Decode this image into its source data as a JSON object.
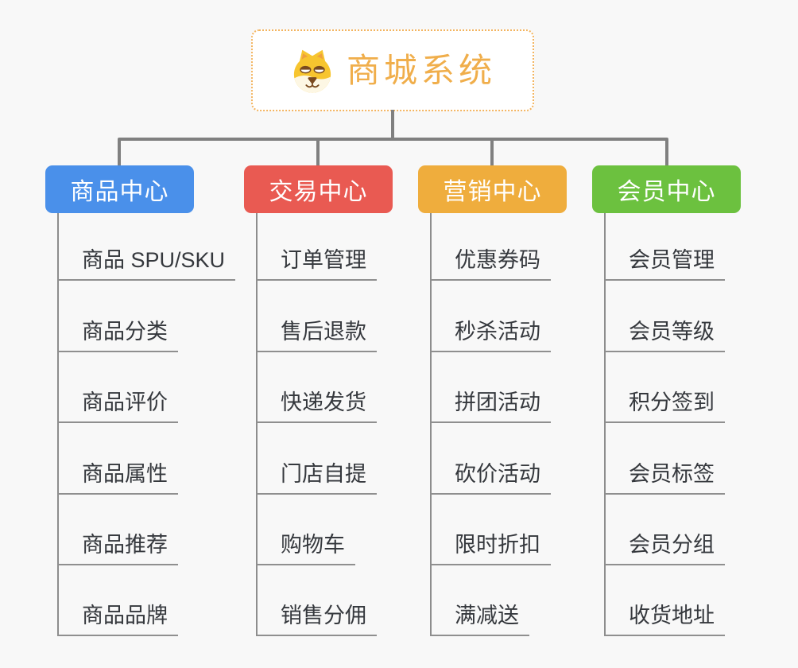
{
  "app": {
    "background_color": "#f8f8f8",
    "connector_color": "#808080",
    "leaf_line_color": "#8f8f8f",
    "leaf_text_color": "#35383d"
  },
  "root": {
    "title": "商城系统",
    "icon": "dog-face-icon",
    "title_color": "#f0ae4b",
    "border_color": "#f3b45f"
  },
  "branches": [
    {
      "label": "商品中心",
      "color": "#4a90ea",
      "children": [
        "商品 SPU/SKU",
        "商品分类",
        "商品评价",
        "商品属性",
        "商品推荐",
        "商品品牌"
      ]
    },
    {
      "label": "交易中心",
      "color": "#e95a52",
      "children": [
        "订单管理",
        "售后退款",
        "快递发货",
        "门店自提",
        "购物车",
        "销售分佣"
      ]
    },
    {
      "label": "营销中心",
      "color": "#efad3d",
      "children": [
        "优惠券码",
        "秒杀活动",
        "拼团活动",
        "砍价活动",
        "限时折扣",
        "满减送"
      ]
    },
    {
      "label": "会员中心",
      "color": "#6cc13f",
      "children": [
        "会员管理",
        "会员等级",
        "积分签到",
        "会员标签",
        "会员分组",
        "收货地址"
      ]
    }
  ]
}
